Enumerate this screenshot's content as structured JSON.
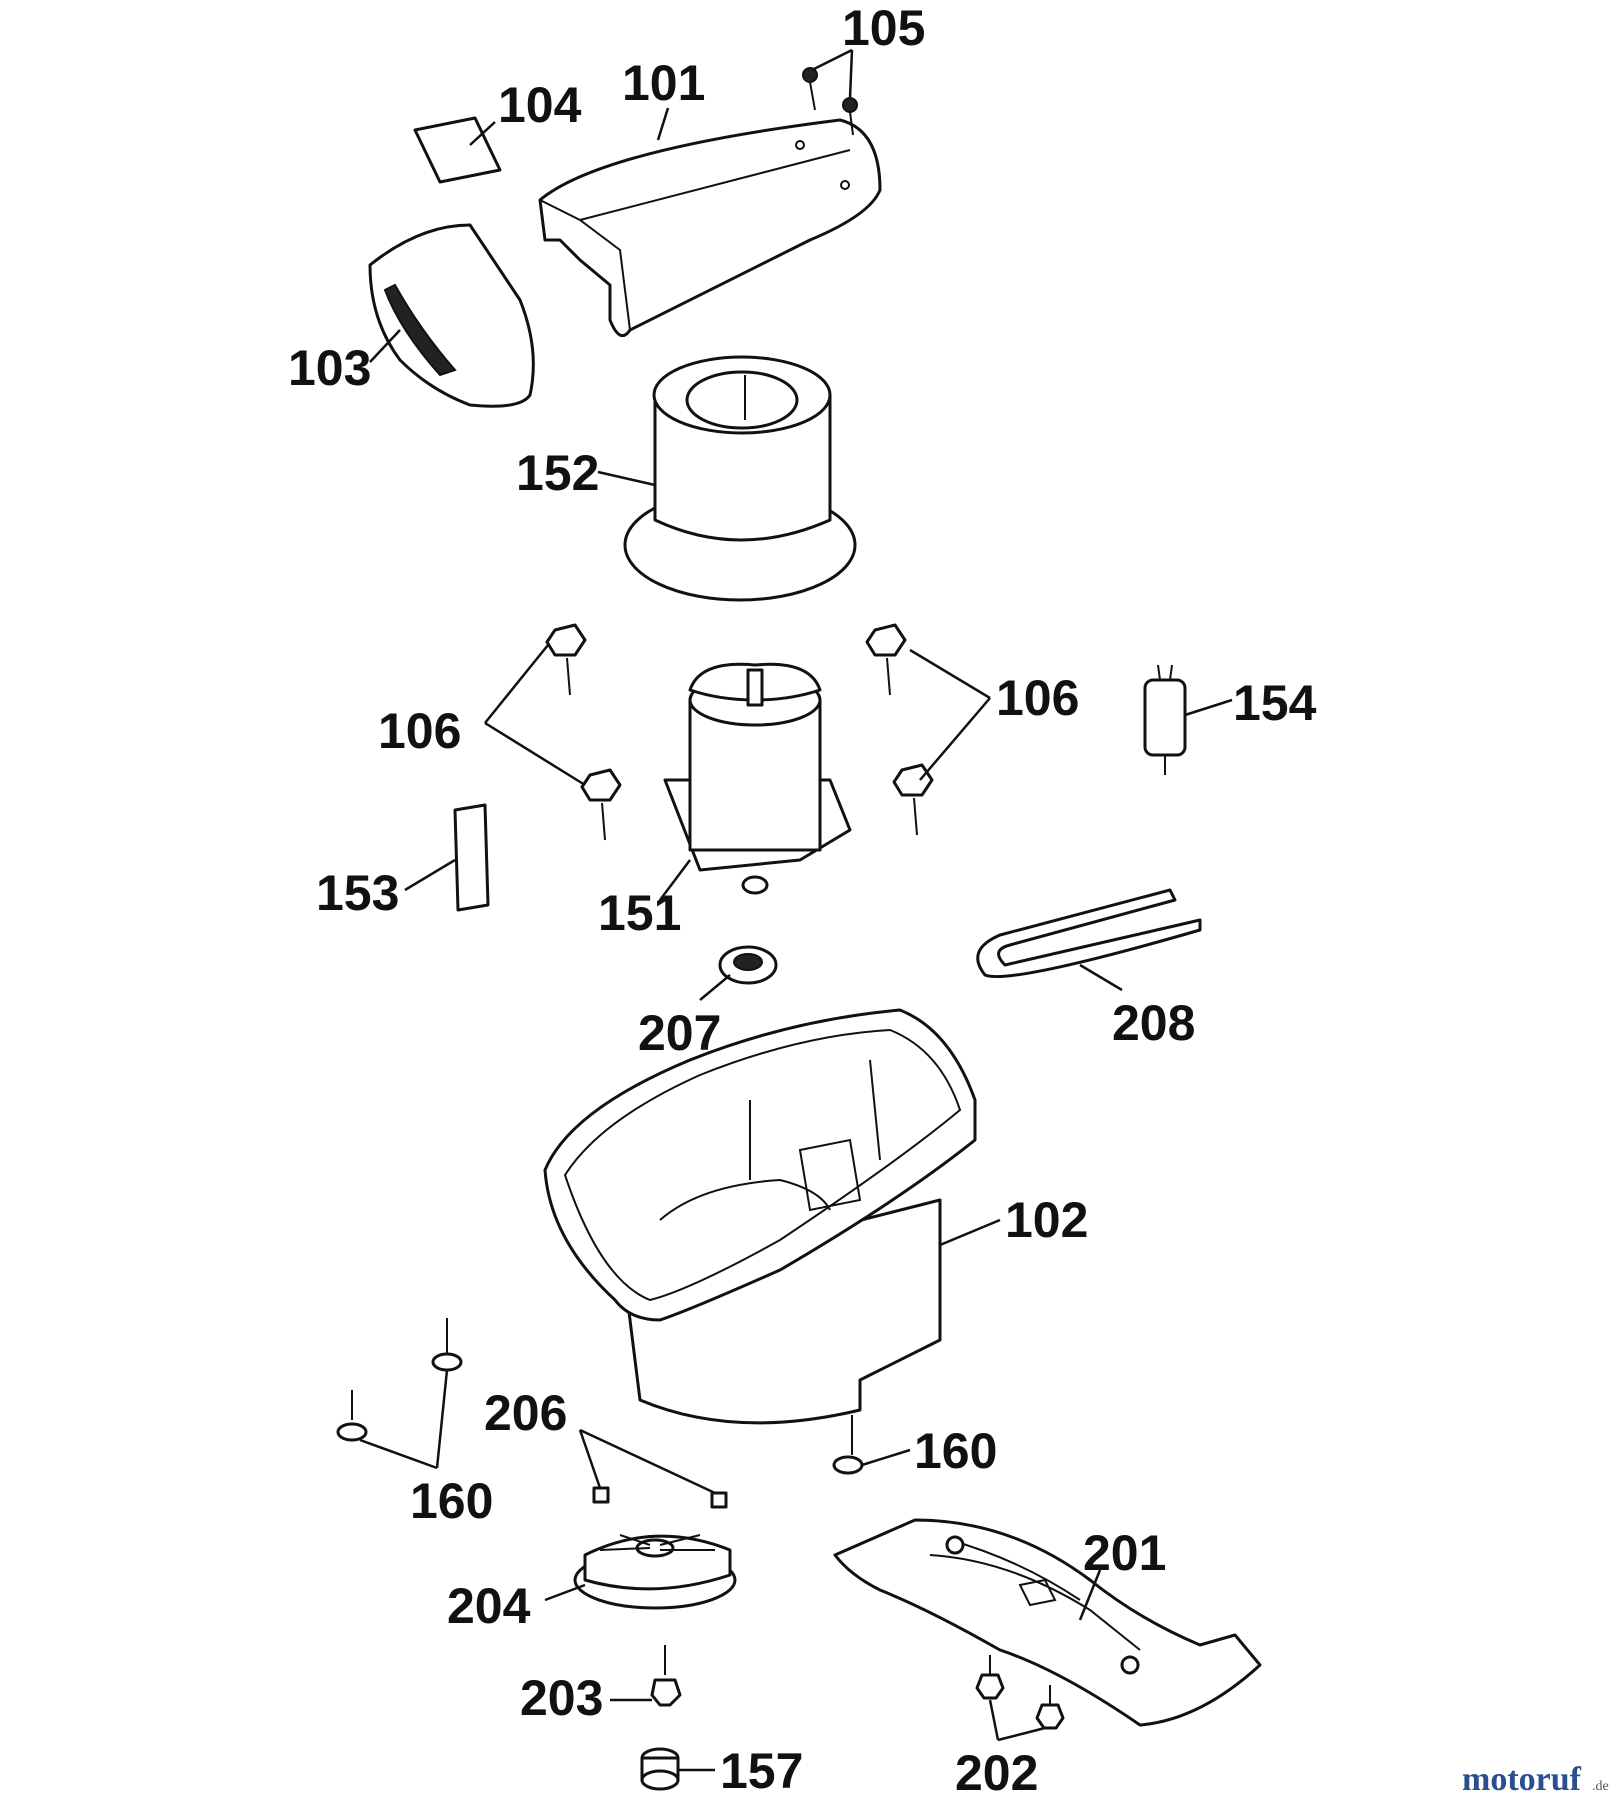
{
  "labels": {
    "p101": "101",
    "p104": "104",
    "p105": "105",
    "p103": "103",
    "p152": "152",
    "p106a": "106",
    "p106b": "106",
    "p154": "154",
    "p153": "153",
    "p151": "151",
    "p207": "207",
    "p208": "208",
    "p102": "102",
    "p206": "206",
    "p160a": "160",
    "p160b": "160",
    "p201": "201",
    "p204": "204",
    "p203": "203",
    "p202": "202",
    "p157": "157"
  },
  "watermark": {
    "brand": "motoruf",
    "suffix": ".de"
  }
}
